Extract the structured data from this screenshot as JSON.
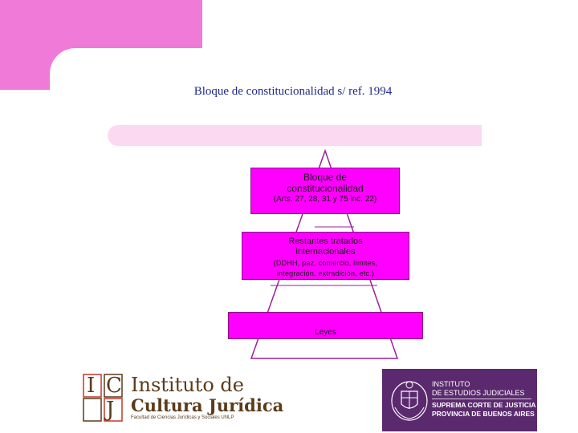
{
  "slide": {
    "title": "Bloque de constitucionalidad s/ ref. 1994"
  },
  "pyramid": {
    "tier1": {
      "heading_line1": "Bloque de",
      "heading_line2": "constitucionalidad",
      "detail": "(Arts. 27, 28, 31 y 75 inc. 22)"
    },
    "tier2": {
      "heading_line1": "Restantes tratados",
      "heading_line2": "internacionales",
      "detail_line1": "(DDHH, paz, comercio, límites,",
      "detail_line2": "integración, extradición, etc.)"
    },
    "tier3": {
      "label": "Leyes"
    }
  },
  "logos": {
    "left": {
      "letters": [
        "I",
        "C",
        "J"
      ],
      "line1": "Instituto de",
      "line2": "Cultura Jurídica",
      "line3": "Facultad de Ciencias Jurídicas y Sociales UNLP"
    },
    "right": {
      "line1": "INSTITUTO",
      "line2": "DE ESTUDIOS JUDICIALES",
      "line3": "SUPREMA CORTE DE JUSTICIA",
      "line4": "PROVINCIA DE BUENOS AIRES"
    }
  },
  "colors": {
    "accent_pink": "#f07ad8",
    "light_pink": "#fbd9f1",
    "box_magenta": "#ff00ff",
    "title_blue": "#1f2a8a",
    "logo_purple": "#5b2a6e",
    "logo_brown": "#5a3b1a"
  }
}
